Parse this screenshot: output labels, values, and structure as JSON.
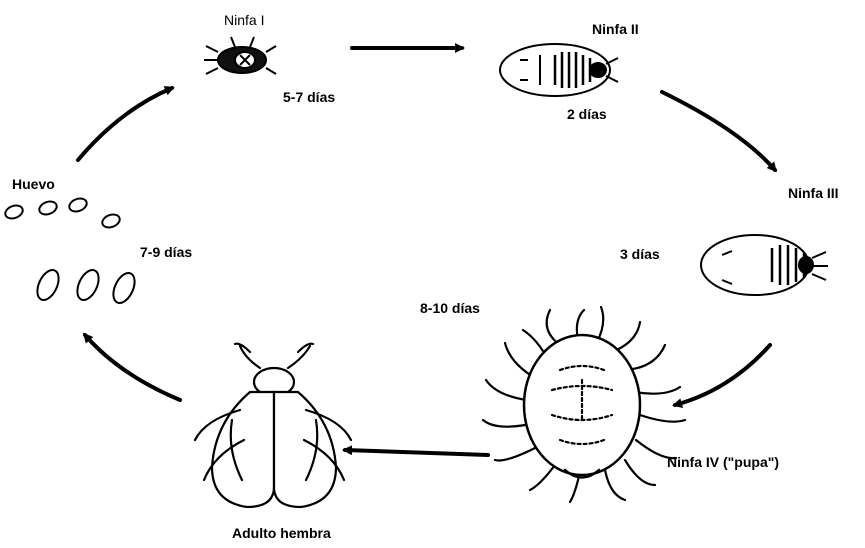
{
  "stages": {
    "ninfa1": {
      "name": "Ninfa I",
      "duration": "5-7 días"
    },
    "ninfa2": {
      "name": "Ninfa II",
      "duration": "2 días"
    },
    "ninfa3": {
      "name": "Ninfa III",
      "duration": "3 días"
    },
    "ninfa4": {
      "name": "Ninfa IV (\"pupa\")",
      "duration": "8-10 días"
    },
    "adulto": {
      "name": "Adulto hembra"
    },
    "huevo": {
      "name": "Huevo",
      "duration": "7-9 días"
    }
  },
  "colors": {
    "ink": "#000000",
    "background": "#ffffff"
  }
}
